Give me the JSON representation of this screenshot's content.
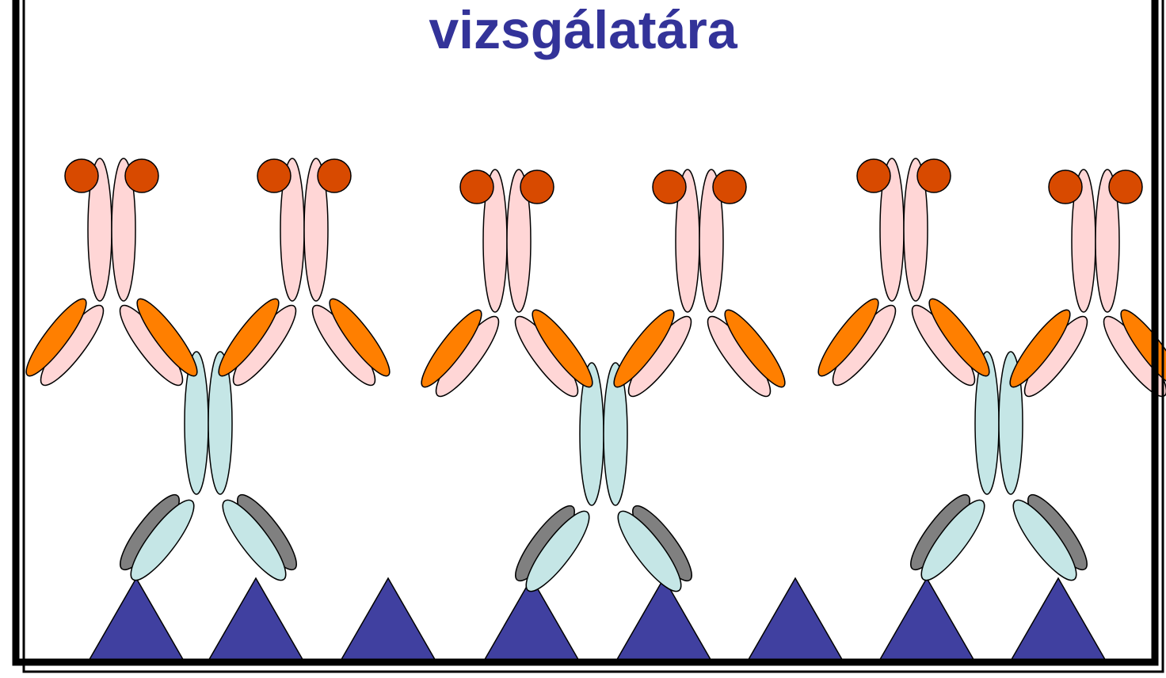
{
  "slide": {
    "title": "vizsgálatára"
  },
  "colors": {
    "title": "#333399",
    "antigen": "#4040A0",
    "primary_antibody": "#C5E6E6",
    "primary_light_chain": "#808080",
    "secondary_antibody": "#FFD6D6",
    "secondary_light_chain": "#FF7F00",
    "label": "#D84A00",
    "outline": "#000000",
    "frame": "#000000"
  },
  "icons": {
    "antigen": "triangle",
    "antibody": "y-shape",
    "label": "circle"
  },
  "diagram": {
    "antigen_count": 8,
    "primary_antibody_count": 3,
    "secondary_antibody_count": 6
  }
}
